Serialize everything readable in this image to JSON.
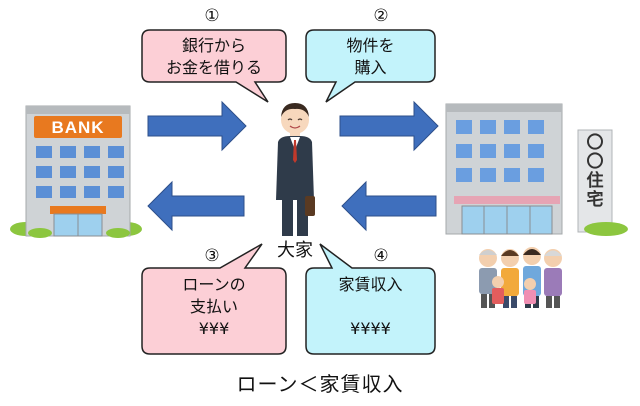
{
  "steps": [
    {
      "num": "①",
      "text": "銀行から\nお金を借りる"
    },
    {
      "num": "②",
      "text": "物件を\n購入"
    },
    {
      "num": "③",
      "text": "ローンの\n支払い\n¥¥¥"
    },
    {
      "num": "④",
      "text": "家賃収入\n\n¥¥¥¥"
    }
  ],
  "bank_sign": "BANK",
  "owner_label": "大家",
  "building_sign": [
    "〇",
    "〇",
    "住",
    "宅"
  ],
  "caption": "ローン＜家賃収入",
  "colors": {
    "bubble_pink": "#fccfd6",
    "bubble_cyan": "#c3f3fb",
    "arrow_blue": "#3f6fbd",
    "bank_orange": "#e8791f"
  }
}
